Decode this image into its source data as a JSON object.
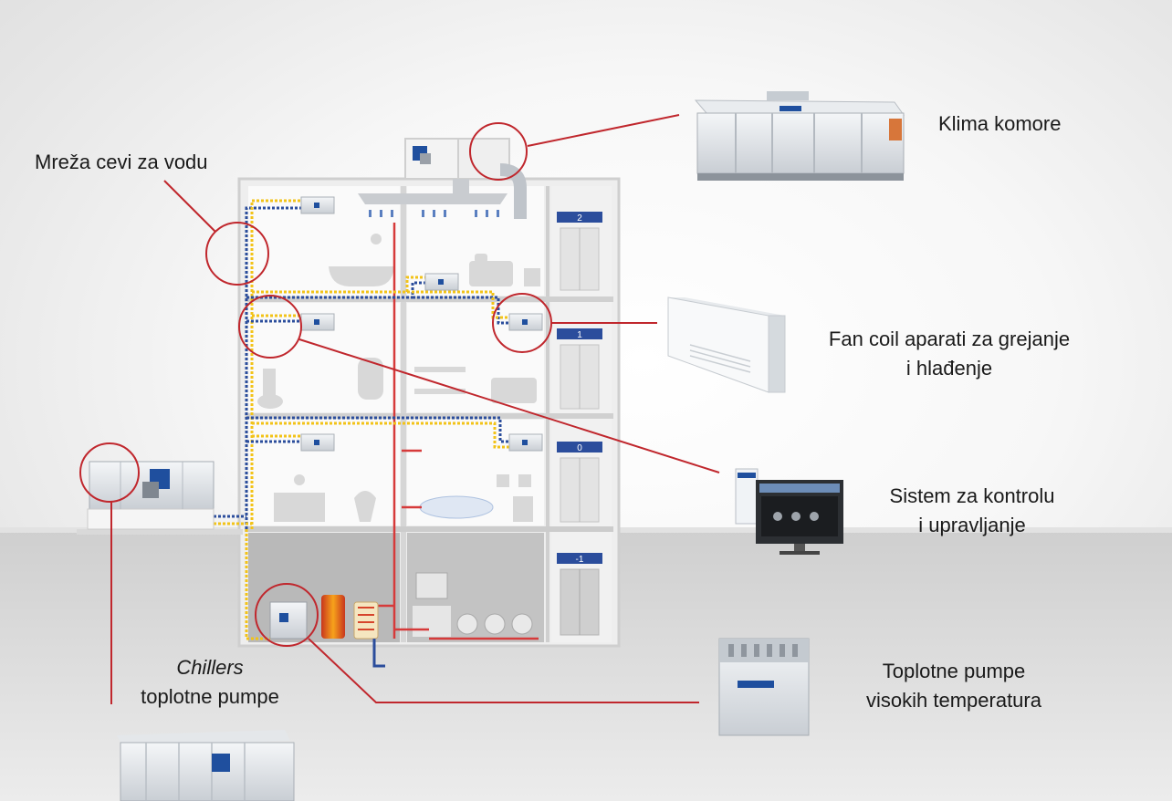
{
  "labels": {
    "water_pipes": "Mreža cevi za vodu",
    "air_handlers": "Klima komore",
    "fan_coil_line1": "Fan coil aparati za grejanje",
    "fan_coil_line2": "i hlađenje",
    "control_line1": "Sistem za kontrolu",
    "control_line2": "i upravljanje",
    "heat_pump_ht_line1": "Toplotne pumpe",
    "heat_pump_ht_line2": "visokih temperatura",
    "chillers_line1": "Chillers",
    "chillers_line2": "toplotne pumpe"
  },
  "floors": [
    "2",
    "1",
    "0",
    "-1"
  ],
  "colors": {
    "callout": "#c0272d",
    "pipe_blue": "#2b4d9c",
    "pipe_yellow": "#f2c318",
    "building": "#d4d4d4",
    "basement": "#bdbdbd",
    "unit_blue": "#1f4f9e"
  },
  "icons": [
    "air-handler-unit-icon",
    "fan-coil-unit-icon",
    "control-monitor-icon",
    "high-temp-heat-pump-icon",
    "chiller-unit-icon",
    "elevator-icon"
  ]
}
